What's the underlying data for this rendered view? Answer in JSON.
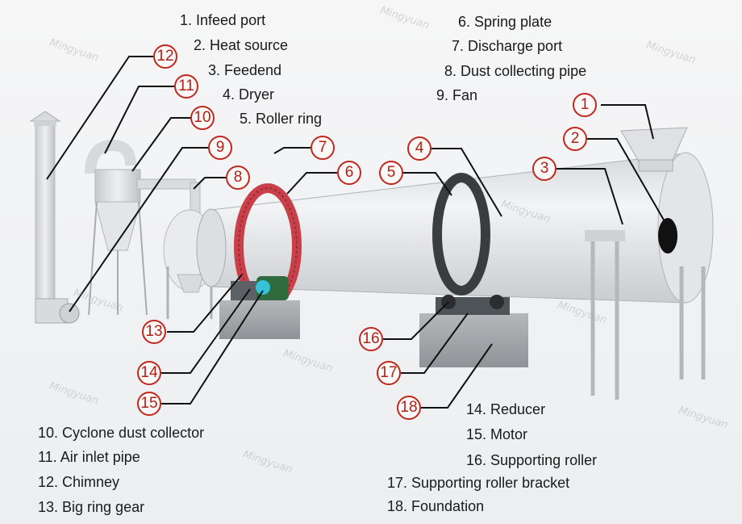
{
  "legend": [
    "1. Infeed port",
    "2. Heat source",
    "3. Feedend",
    "4. Dryer",
    "5.  Roller ring",
    "6. Spring plate",
    "7. Discharge port",
    "8. Dust collecting pipe",
    "9. Fan",
    "10. Cyclone dust collector",
    "11. Air inlet pipe",
    "12. Chimney",
    "13. Big ring gear",
    "14. Reducer",
    "15. Motor",
    "16. Supporting roller",
    "17. Supporting roller bracket",
    "18. Foundation"
  ],
  "callouts": [
    "1",
    "2",
    "3",
    "4",
    "5",
    "6",
    "7",
    "8",
    "9",
    "10",
    "11",
    "12",
    "13",
    "14",
    "15",
    "16",
    "17",
    "18"
  ],
  "watermark": "Mingyuan",
  "colors": {
    "callout_red": "#c0281e",
    "body_gray": "#e2e4e6",
    "ring_red": "#c8404a",
    "motor_green": "#2f6b3c"
  }
}
